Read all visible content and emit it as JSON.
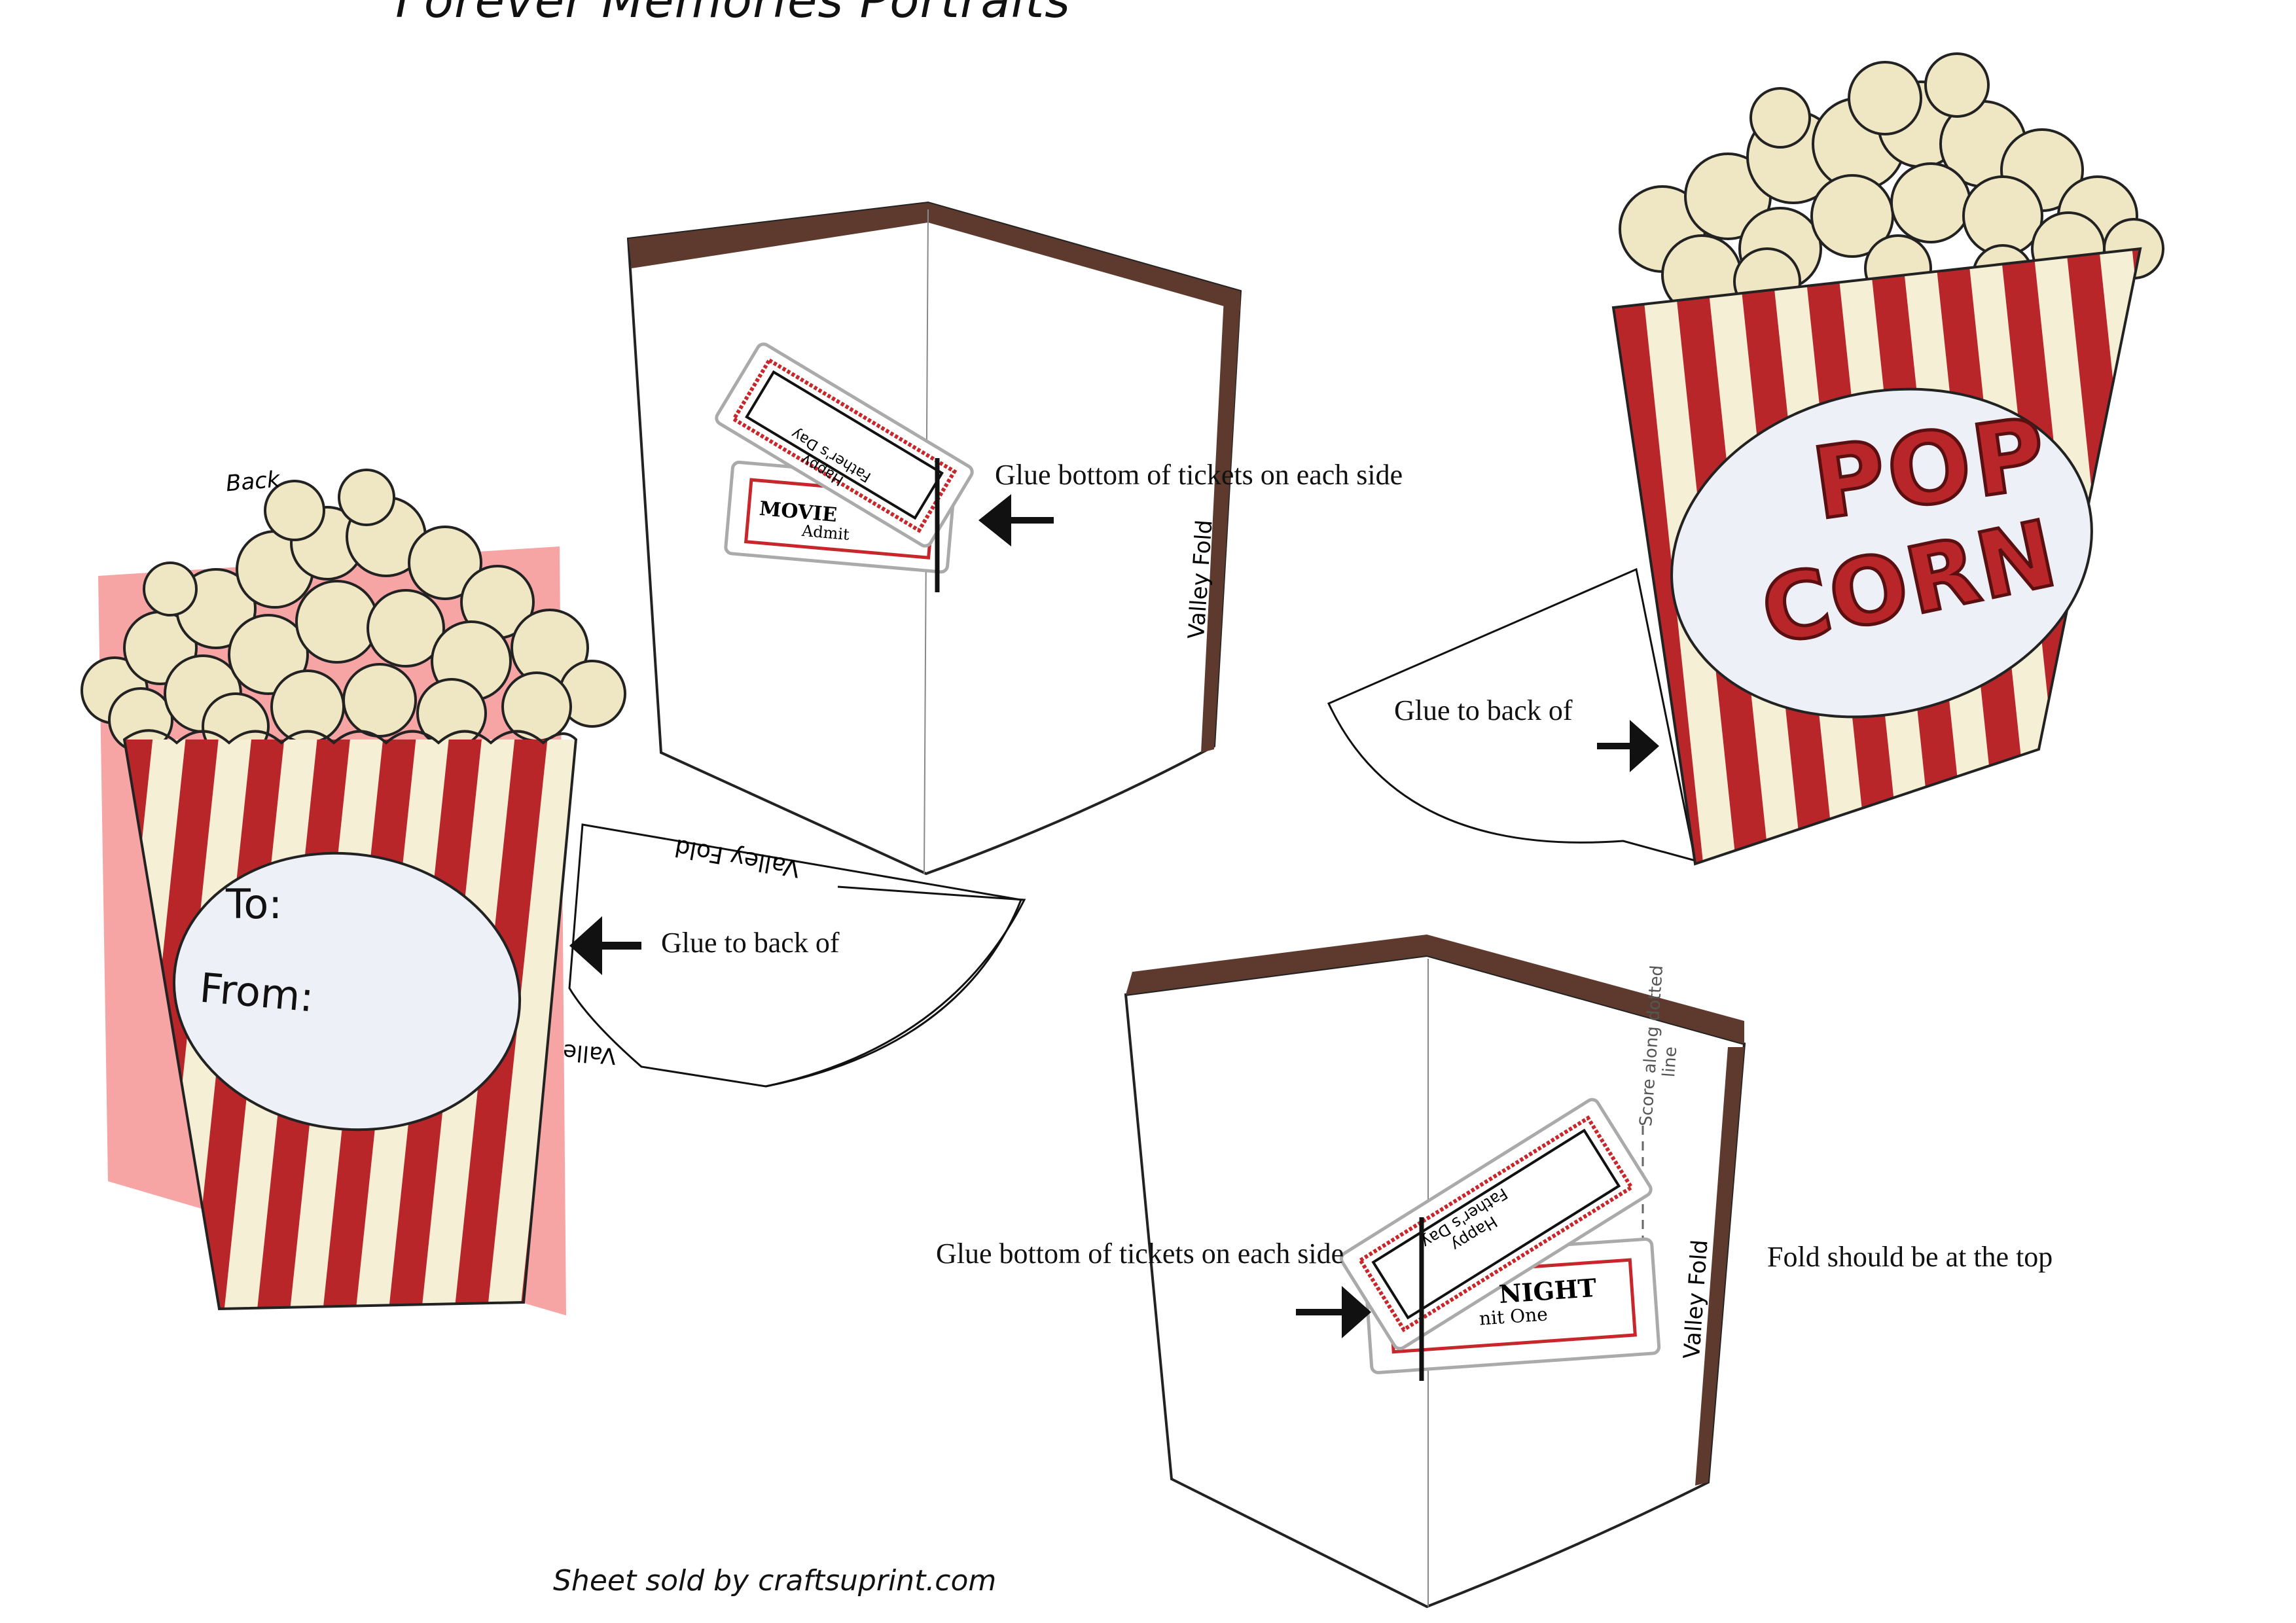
{
  "sheet": {
    "title": "Forever Memories Portraits",
    "credit": "Sheet sold by craftsuprint.com",
    "colors": {
      "red": "#b8262a",
      "cream": "#f5efd5",
      "brown": "#5e3a2e",
      "pink": "#f59a9a",
      "label": "#eef0f8"
    }
  },
  "back_piece": {
    "back_label": "Back",
    "to_label": "To:",
    "from_label": "From:",
    "glue_text": "Glue to back of",
    "fold_text": "Valley Fold",
    "fold_text_partial": "Valle"
  },
  "upper_insert": {
    "glue_text": "Glue bottom of tickets on each side",
    "fold_text": "Valley Fold",
    "ticket_front": {
      "line1": "Happy",
      "line2": "Father's Day"
    },
    "ticket_back": {
      "heading": "MOVIE",
      "sub": "Admit"
    }
  },
  "front_piece": {
    "logo_top": "POP",
    "logo_bottom": "CORN",
    "glue_text": "Glue to back of"
  },
  "lower_insert": {
    "glue_text": "Glue bottom of tickets on each side",
    "fold_text": "Valley Fold",
    "score_text_1": "Score along dotted",
    "score_text_2": "line",
    "note": "Fold should be at the top",
    "ticket_front": {
      "line1": "Happy",
      "line2": "Father's Day"
    },
    "ticket_back": {
      "heading": "NIGHT",
      "sub": "nit One"
    }
  }
}
